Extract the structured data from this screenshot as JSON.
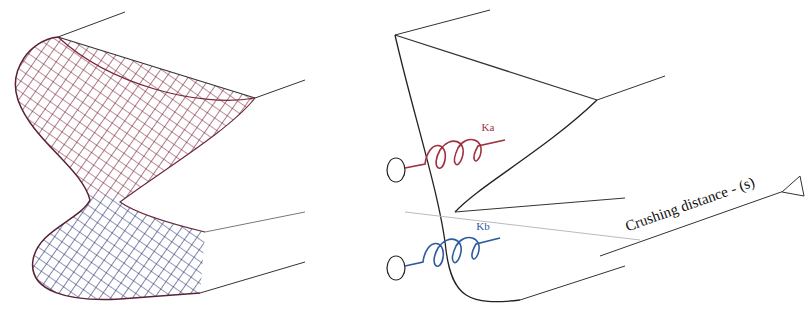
{
  "diagram": {
    "labels": [
      "Ka",
      "Kb",
      "Crushing distance - (s)"
    ]
  }
}
